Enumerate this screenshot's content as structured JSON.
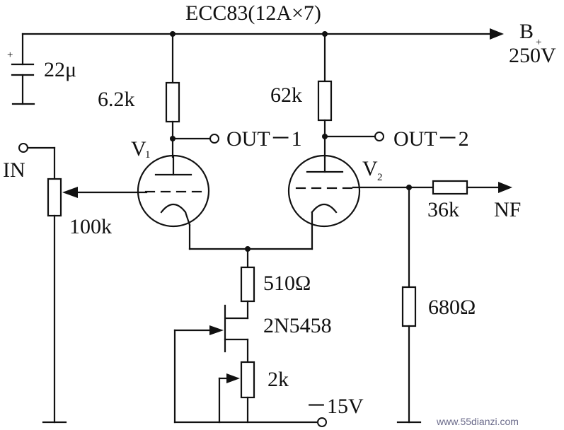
{
  "title": "ECC83(12A×7)",
  "supply": {
    "name": "B",
    "sub": "+",
    "voltage": "250V"
  },
  "components": {
    "cap": "22μ",
    "r_v1_plate": "6.2k",
    "r_v2_plate": "62k",
    "pot_in": "100k",
    "r_tail": "510Ω",
    "jfet": "2N5458",
    "pot_source": "2k",
    "r_nf_series": "36k",
    "r_nf_shunt": "680Ω"
  },
  "tubes": {
    "v1": {
      "letter": "V",
      "sub": "1"
    },
    "v2": {
      "letter": "V",
      "sub": "2"
    }
  },
  "ports": {
    "in": "IN",
    "out1": "OUT－1",
    "out2": "OUT－2",
    "nf": "NF",
    "neg_supply": "－15V"
  },
  "watermark": "www.55dianzi.com"
}
